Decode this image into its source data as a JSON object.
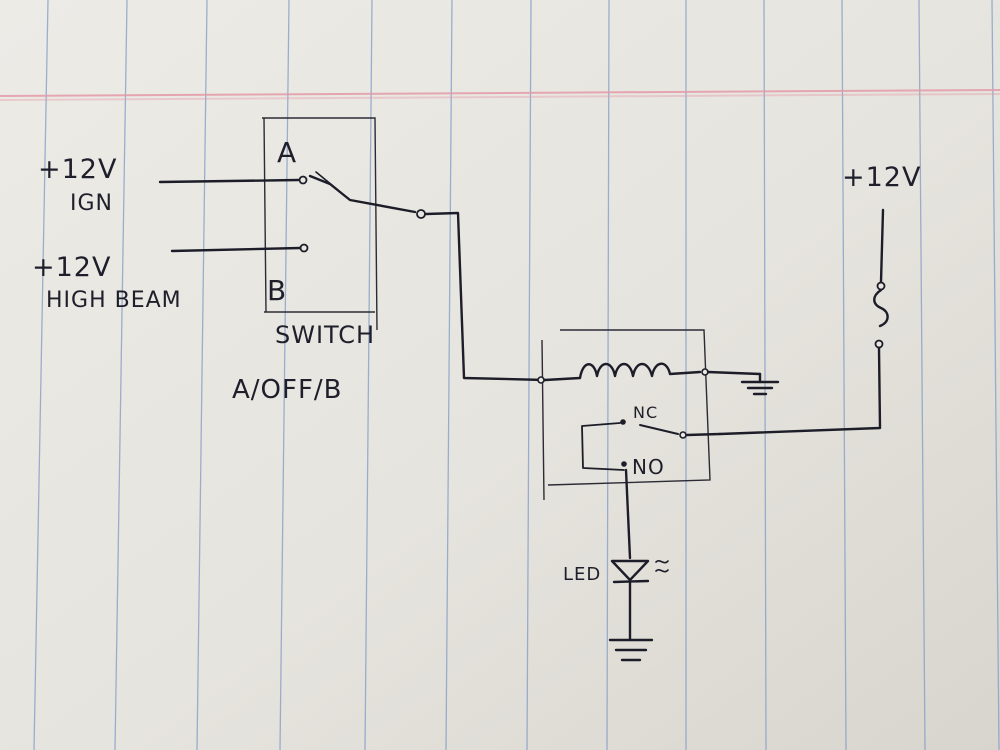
{
  "diagram": {
    "switch": {
      "terminal_a": "A",
      "terminal_b": "B",
      "title": "SWITCH",
      "positions": "A/OFF/B"
    },
    "inputs": {
      "ign_voltage": "+12V",
      "ign_label": "IGN",
      "high_beam_voltage": "+12V",
      "high_beam_label": "HIGH BEAM"
    },
    "supply": {
      "voltage": "+12V"
    },
    "relay": {
      "nc_label": "NC",
      "no_label": "NO"
    },
    "output": {
      "led_label": "LED"
    },
    "colors": {
      "paper": "#e9e7e1",
      "ruled_line": "#7f9bc6",
      "margin_line": "#e59aa8",
      "ink": "#1c1d28"
    }
  }
}
